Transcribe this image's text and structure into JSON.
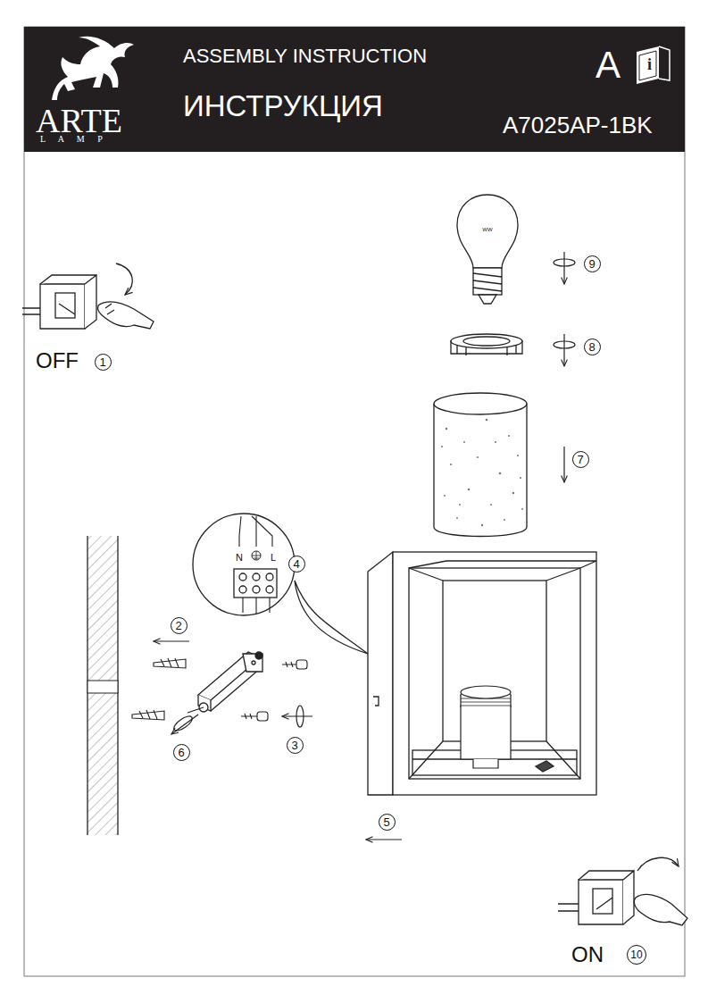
{
  "diagram": {
    "nodes": [
      {
        "text": [
          "ARTE",
          "L A M P",
          "ASSEMBLY INSTRUCTION",
          "ИНСТРУКЦИЯ",
          "A",
          "i",
          "A7025AP-1BK"
        ]
      }
    ],
    "labels": [
      "WW",
      "9",
      "8",
      "7",
      "OFF",
      "1",
      "N",
      "L",
      "4",
      "2",
      "3",
      "6",
      "5",
      "ON",
      "10"
    ]
  }
}
